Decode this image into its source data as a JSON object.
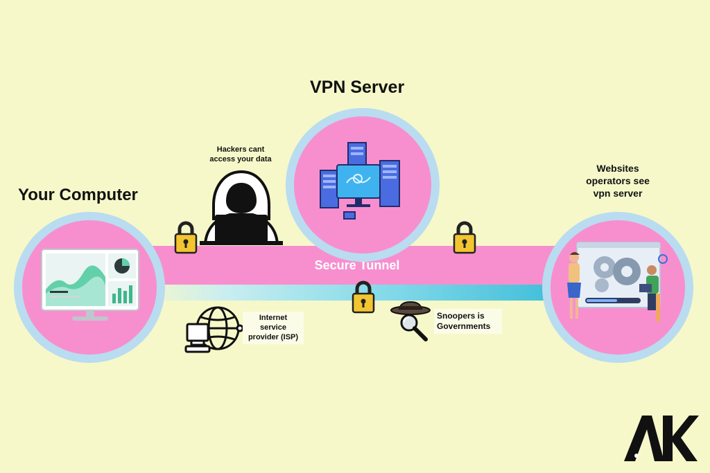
{
  "nodes": {
    "computer": {
      "title": "Your Computer"
    },
    "server": {
      "title": "VPN Server"
    },
    "websites": {
      "title_lines": [
        "Websites",
        "operators see",
        "vpn server"
      ]
    }
  },
  "tunnel": {
    "label": "Secure Tunnel"
  },
  "threats": {
    "hackers": {
      "lines": [
        "Hackers cant",
        "access your data"
      ]
    },
    "isp": {
      "lines": [
        "Internet service",
        "provider (ISP)"
      ]
    },
    "snoopers": {
      "lines": [
        "Snoopers is",
        "Governments"
      ]
    }
  },
  "brand": {
    "logo_text": "AK"
  },
  "icons": {
    "computer": "monitor-dashboard-icon",
    "server": "server-rack-icon",
    "websites": "team-gears-icon",
    "hacker": "hooded-hacker-icon",
    "isp": "globe-computer-icon",
    "snooper": "detective-magnifier-icon",
    "lock": "padlock-icon"
  },
  "colors": {
    "background": "#f6f8c9",
    "node_ring": "#b9dcf0",
    "node_fill": "#f78fcf",
    "tunnel": "#f78fcf",
    "tunnel_glow": "#4fc6df",
    "lock_body": "#f2c531"
  }
}
